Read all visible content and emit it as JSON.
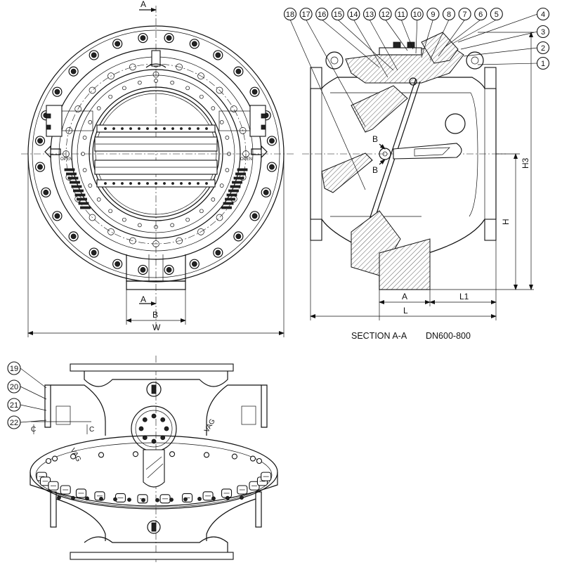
{
  "front_view": {
    "section_mark_top": "A",
    "section_mark_bottom": "A",
    "dim_b": "B",
    "dim_w": "W",
    "arrow_label_left": "OPEN",
    "arrow_label_right": "OPEN"
  },
  "section_view": {
    "caption": "SECTION A-A",
    "size_range": "DN600-800",
    "dim_a": "A",
    "dim_l1": "L1",
    "dim_l": "L",
    "dim_h": "H",
    "dim_h3": "H3",
    "mark_b_top": "B",
    "mark_b_bottom": "B",
    "callouts_top": [
      "18",
      "17",
      "16",
      "15",
      "14",
      "13",
      "12",
      "11",
      "10",
      "9",
      "8",
      "7",
      "6",
      "5"
    ],
    "callouts_right": [
      "4",
      "3",
      "2",
      "1"
    ]
  },
  "side_view": {
    "callouts_left": [
      "19",
      "20",
      "21",
      "22"
    ],
    "section_mark_left": "C",
    "section_mark_right": "C",
    "brand_text": "VAG"
  }
}
